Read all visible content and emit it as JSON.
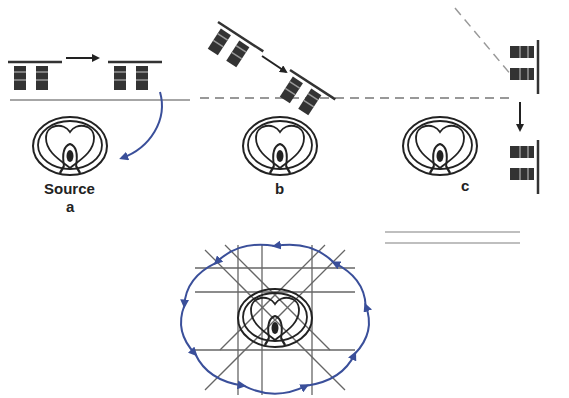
{
  "diagram": {
    "labels": [
      "Source",
      "a",
      "b",
      "c"
    ]
  }
}
